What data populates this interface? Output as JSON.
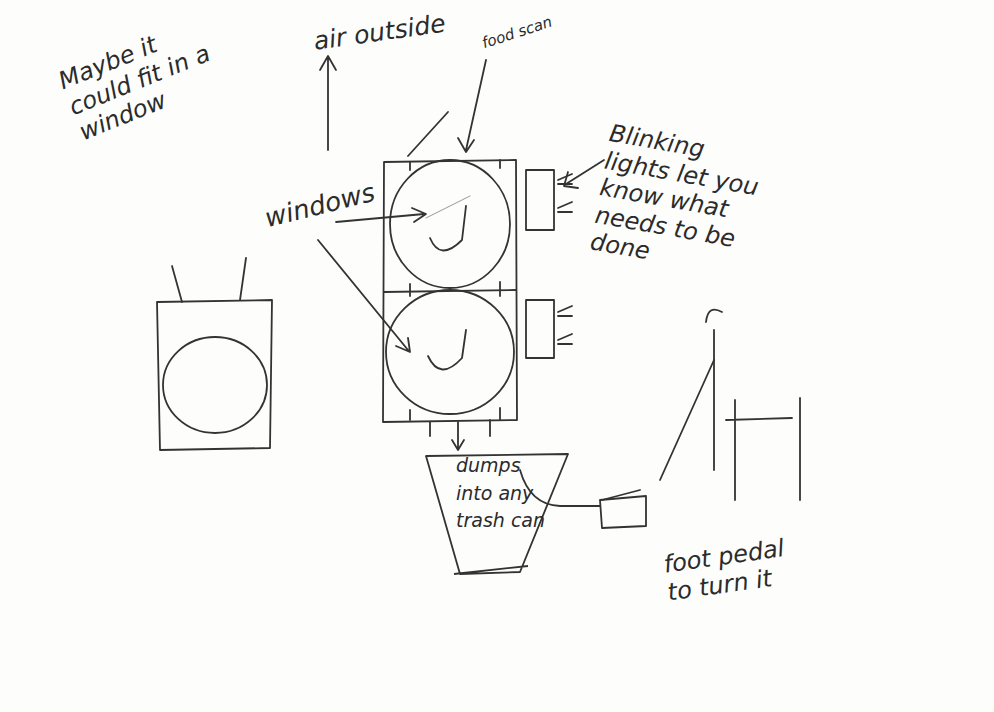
{
  "diagram": {
    "nodes": [
      {
        "text": [
          "dumps into any trash can"
        ]
      }
    ],
    "labels": [
      "Maybe it could fit in a window",
      "air outside",
      "food scan",
      "windows",
      "Blinking lights let you know what needs to be done",
      "foot pedal to turn it"
    ]
  }
}
